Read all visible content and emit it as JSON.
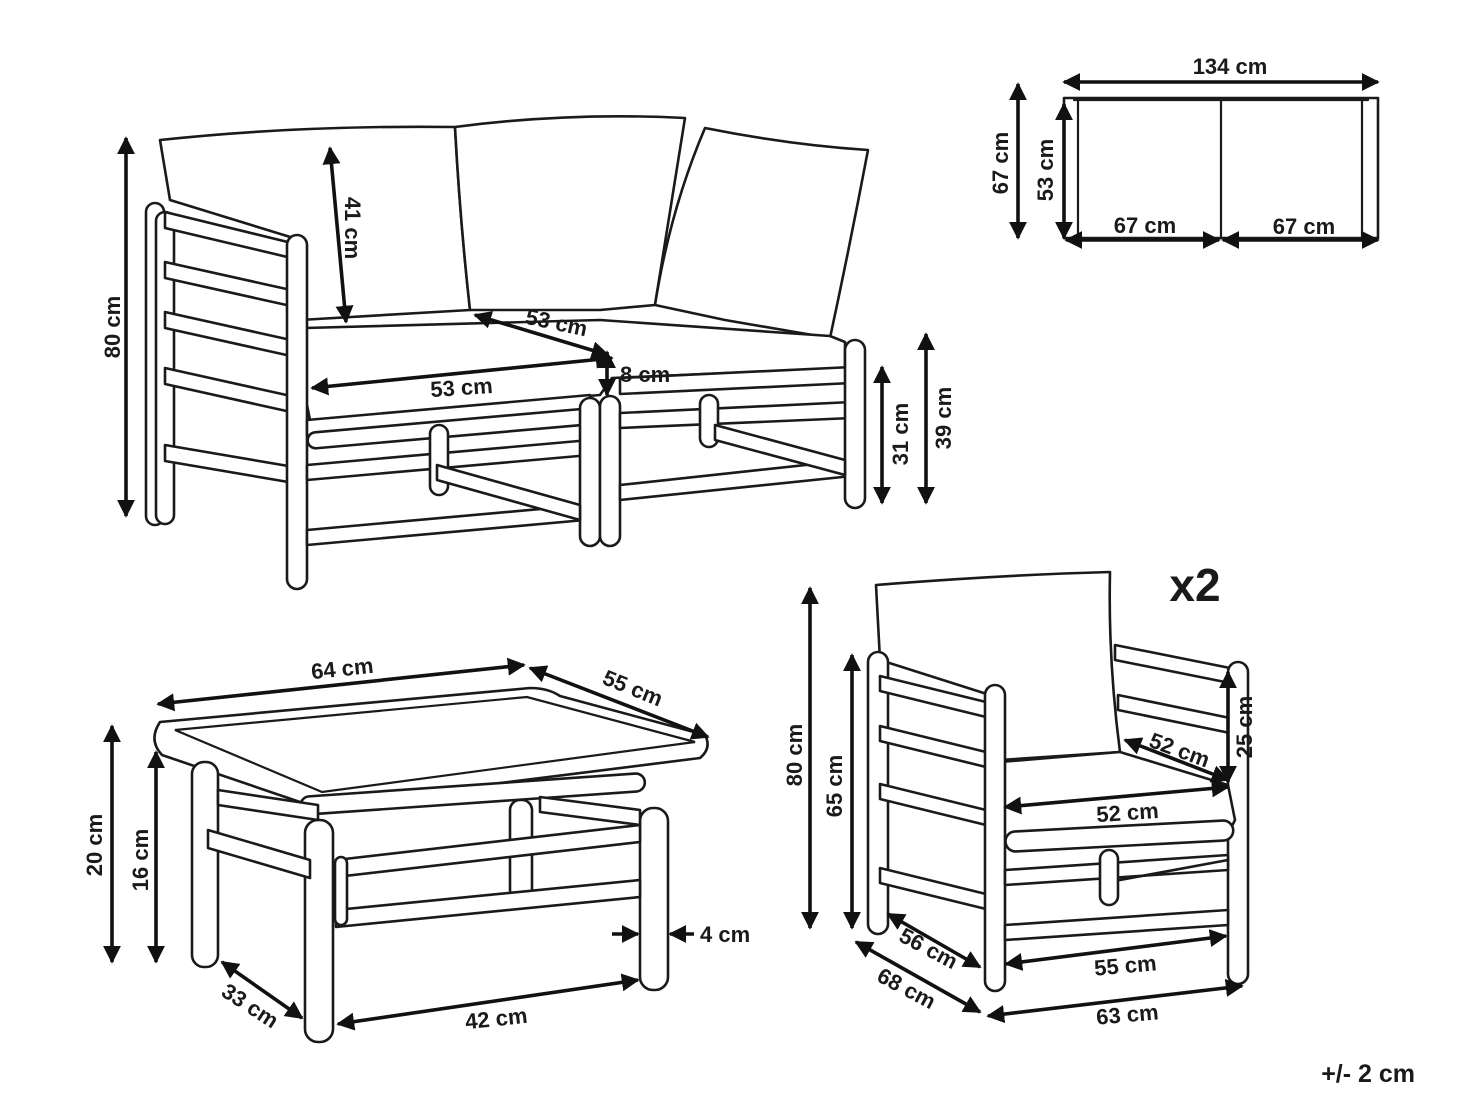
{
  "sofa": {
    "height_total": "80 cm",
    "back_cushion": "41 cm",
    "seat_depth": "53 cm",
    "seat_width": "53 cm",
    "seat_thickness": "8 cm",
    "seat_height": "31 cm",
    "arm_height": "39 cm"
  },
  "top_view": {
    "total_width": "134 cm",
    "total_depth": "67 cm",
    "inner_depth": "53 cm",
    "module_left": "67 cm",
    "module_right": "67 cm"
  },
  "table": {
    "width": "64 cm",
    "depth": "55 cm",
    "height": "20 cm",
    "height_inner": "16 cm",
    "leg": "4 cm",
    "depth_inner": "33 cm",
    "width_inner": "42 cm"
  },
  "chair": {
    "quantity": "x2",
    "height_total": "80 cm",
    "arm_height": "65 cm",
    "back_cushion": "25 cm",
    "seat_depth": "52 cm",
    "seat_width": "52 cm",
    "depth_inner": "56 cm",
    "depth_total": "68 cm",
    "width_inner": "55 cm",
    "width_total": "63 cm"
  },
  "tolerance": "+/- 2 cm"
}
